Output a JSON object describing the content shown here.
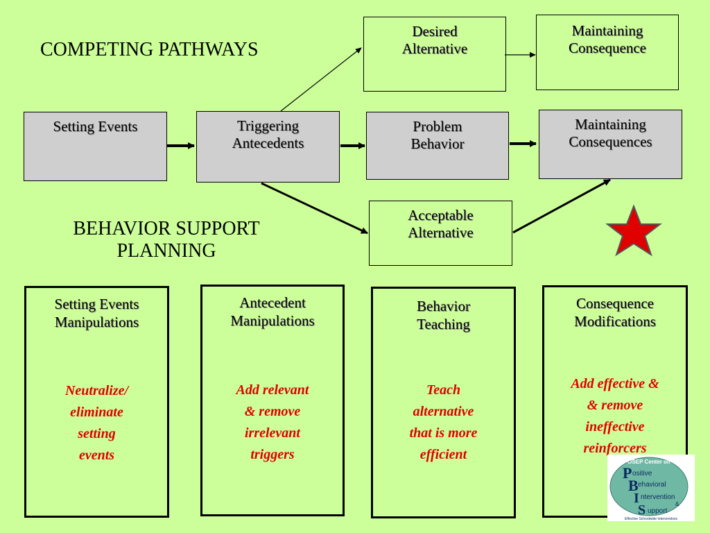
{
  "titles": {
    "competing": "COMPETING PATHWAYS",
    "support_line1": "BEHAVIOR SUPPORT",
    "support_line2": "PLANNING"
  },
  "pathway": {
    "setting_events": "Setting Events",
    "triggering_line1": "Triggering",
    "triggering_line2": "Antecedents",
    "problem_line1": "Problem",
    "problem_line2": "Behavior",
    "maintaining_line1": "Maintaining",
    "maintaining_line2": "Consequences",
    "desired_line1": "Desired",
    "desired_line2": "Alternative",
    "desired_consequence_line1": "Maintaining",
    "desired_consequence_line2": "Consequence",
    "acceptable_line1": "Acceptable",
    "acceptable_line2": "Alternative"
  },
  "columns": [
    {
      "head1": "Setting Events",
      "head2": "Manipulations",
      "body": [
        "Neutralize/",
        "eliminate",
        "setting",
        "events"
      ]
    },
    {
      "head1": "Antecedent",
      "head2": "Manipulations",
      "body": [
        "Add relevant",
        "& remove",
        "irrelevant",
        "triggers"
      ]
    },
    {
      "head1": "Behavior",
      "head2": "Teaching",
      "body": [
        "Teach",
        "alternative",
        "that is more",
        "efficient"
      ]
    },
    {
      "head1": "Consequence",
      "head2": "Modifications",
      "body": [
        "Add effective &",
        "& remove",
        "ineffective",
        "reinforcers"
      ]
    }
  ],
  "logo": {
    "top": "OSEP Center on",
    "l1": "ositive",
    "l2": "ehavioral",
    "l3": "ntervention",
    "amp": "&",
    "l4": "upport",
    "bottom": "Effective Schoolwide Interventions",
    "letters": [
      "P",
      "B",
      "I",
      "S"
    ]
  },
  "colors": {
    "background": "#ccff99",
    "gray_box": "#cfcfcf",
    "body_text": "#e00000",
    "star": "#e00000"
  }
}
